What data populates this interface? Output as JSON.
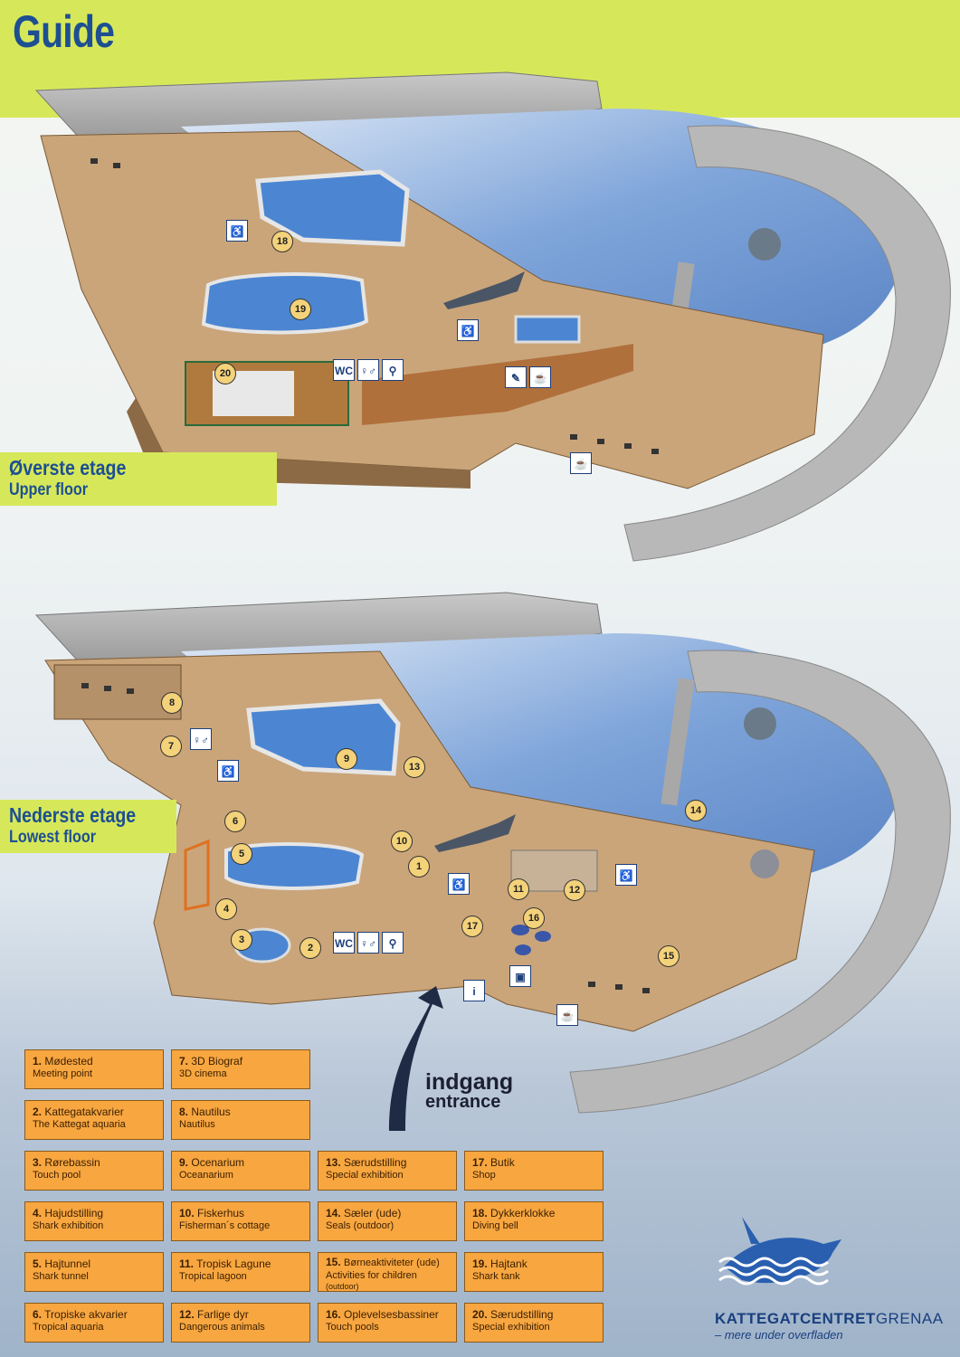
{
  "title": "Guide",
  "upper_floor": {
    "name_dk": "Øverste etage",
    "name_en": "Upper floor",
    "markers": [
      "18",
      "19",
      "20"
    ],
    "symbols": [
      "WC"
    ]
  },
  "lower_floor": {
    "name_dk": "Nederste etage",
    "name_en": "Lowest floor",
    "markers": [
      "1",
      "2",
      "3",
      "4",
      "5",
      "6",
      "7",
      "8",
      "9",
      "10",
      "11",
      "12",
      "13",
      "14",
      "15",
      "16",
      "17"
    ],
    "symbols": [
      "WC"
    ]
  },
  "entrance": {
    "label_dk": "indgang",
    "label_en": "entrance"
  },
  "legend": [
    {
      "num": "1.",
      "dk": "Mødested",
      "en": "Meeting point"
    },
    {
      "num": "2.",
      "dk": "Kattegatakvarier",
      "en": "The Kattegat aquaria"
    },
    {
      "num": "3.",
      "dk": "Rørebassin",
      "en": "Touch pool"
    },
    {
      "num": "4.",
      "dk": "Hajudstilling",
      "en": "Shark exhibition"
    },
    {
      "num": "5.",
      "dk": "Hajtunnel",
      "en": "Shark tunnel"
    },
    {
      "num": "6.",
      "dk": "Tropiske akvarier",
      "en": "Tropical aquaria"
    },
    {
      "num": "7.",
      "dk": "3D Biograf",
      "en": "3D cinema"
    },
    {
      "num": "8.",
      "dk": "Nautilus",
      "en": "Nautilus"
    },
    {
      "num": "9.",
      "dk": "Ocenarium",
      "en": "Oceanarium"
    },
    {
      "num": "10.",
      "dk": "Fiskerhus",
      "en": "Fisherman´s cottage"
    },
    {
      "num": "11.",
      "dk": "Tropisk Lagune",
      "en": "Tropical lagoon"
    },
    {
      "num": "12.",
      "dk": "Farlige dyr",
      "en": "Dangerous animals"
    },
    {
      "num": "13.",
      "dk": "Særudstilling",
      "en": "Special exhibition"
    },
    {
      "num": "14.",
      "dk": "Sæler (ude)",
      "en": "Seals (outdoor)"
    },
    {
      "num": "15.",
      "dk": "Børneaktiviteter (ude)",
      "en": "Activities for children",
      "sub": "(outdoor)"
    },
    {
      "num": "16.",
      "dk": "Oplevelsesbassiner",
      "en": "Touch pools"
    },
    {
      "num": "17.",
      "dk": "Butik",
      "en": "Shop"
    },
    {
      "num": "18.",
      "dk": "Dykkerklokke",
      "en": "Diving bell"
    },
    {
      "num": "19.",
      "dk": "Hajtank",
      "en": "Shark tank"
    },
    {
      "num": "20.",
      "dk": "Særudstilling",
      "en": "Special exhibition"
    }
  ],
  "brand": {
    "name_bold": "KATTEGATCENTRET",
    "name_light": "GRENAA",
    "tagline": "– mere under overfladen"
  },
  "colors": {
    "title_blue": "#1d4f92",
    "band_green": "#d6e85a",
    "legend_orange": "#f7a640",
    "floor_tan": "#cfa97e",
    "water_blue": "#6e9bd6"
  }
}
